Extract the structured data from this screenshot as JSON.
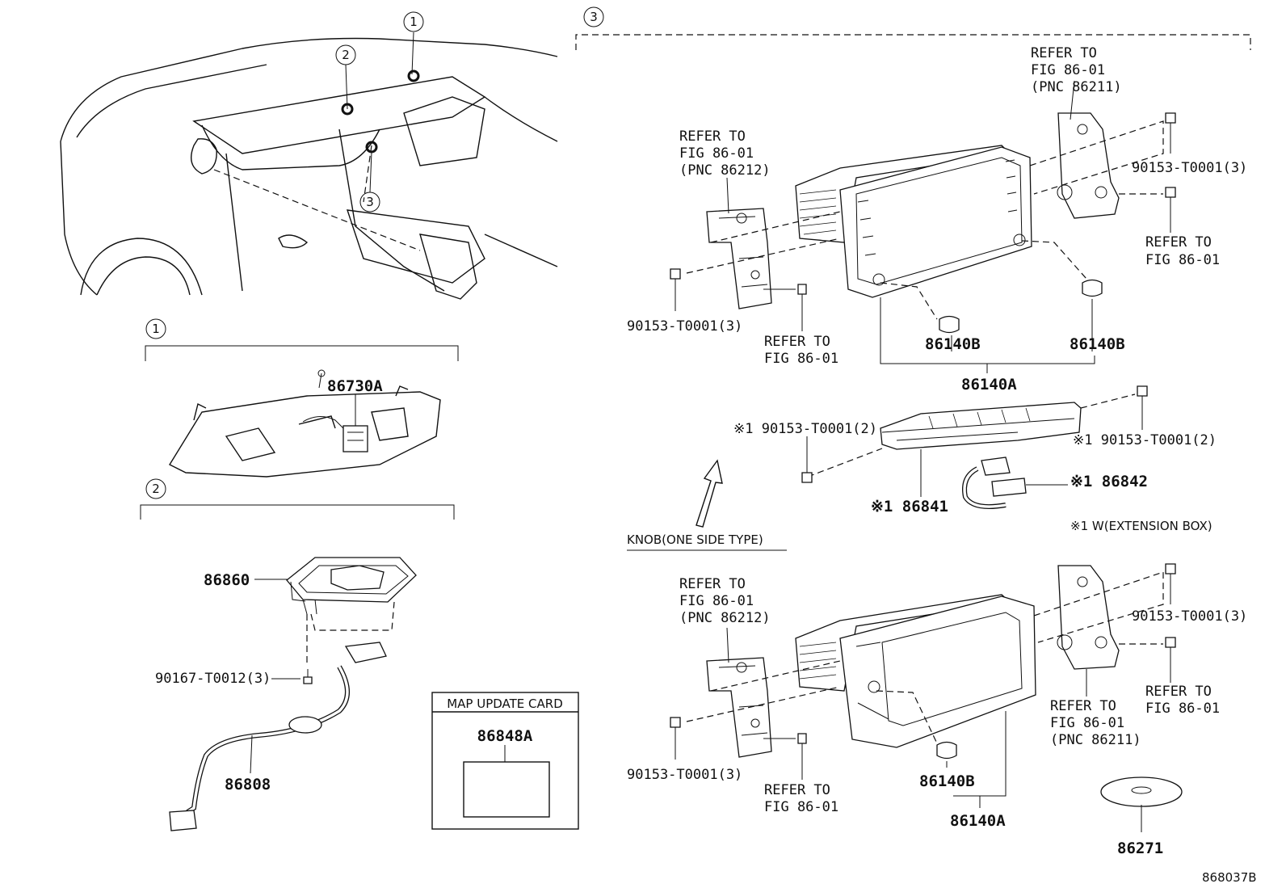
{
  "callouts": {
    "c1": "1",
    "c2": "2",
    "c3": "3"
  },
  "section3": {
    "upper": {
      "ref_top": [
        "REFER TO",
        "FIG 86-01",
        "(PNC 86211)"
      ],
      "ref_left": [
        "REFER TO",
        "FIG 86-01",
        "(PNC 86212)"
      ],
      "bolt_right": "90153-T0001(3)",
      "ref_right": [
        "REFER TO",
        "FIG 86-01"
      ],
      "bolt_left": "90153-T0001(3)",
      "ref_bottom": [
        "REFER TO",
        "FIG 86-01"
      ],
      "knob_a": "86140B",
      "knob_b": "86140B",
      "assy": "86140A"
    },
    "extension": {
      "bolt_left": "※1 90153-T0001(2)",
      "bolt_right": "※1 90153-T0001(2)",
      "box": "※1 86841",
      "harness": "※1 86842",
      "note": "※1 W(EXTENSION BOX)"
    },
    "knob_note": "KNOB(ONE SIDE TYPE)",
    "lower": {
      "ref_left": [
        "REFER TO",
        "FIG 86-01",
        "(PNC 86212)"
      ],
      "bolt_right": "90153-T0001(3)",
      "ref_right": [
        "REFER TO",
        "FIG 86-01"
      ],
      "ref_mid": [
        "REFER TO",
        "FIG 86-01",
        "(PNC 86211)"
      ],
      "bolt_left": "90153-T0001(3)",
      "ref_bottom": [
        "REFER TO",
        "FIG 86-01"
      ],
      "knob": "86140B",
      "assy": "86140A",
      "disc": "86271"
    }
  },
  "section1": {
    "part": "86730A"
  },
  "section2": {
    "bracket": "86860",
    "screw": "90167-T0012(3)",
    "cable": "86808"
  },
  "map_card": {
    "title": "MAP UPDATE CARD",
    "part": "86848A"
  },
  "figure_id": "868037B"
}
